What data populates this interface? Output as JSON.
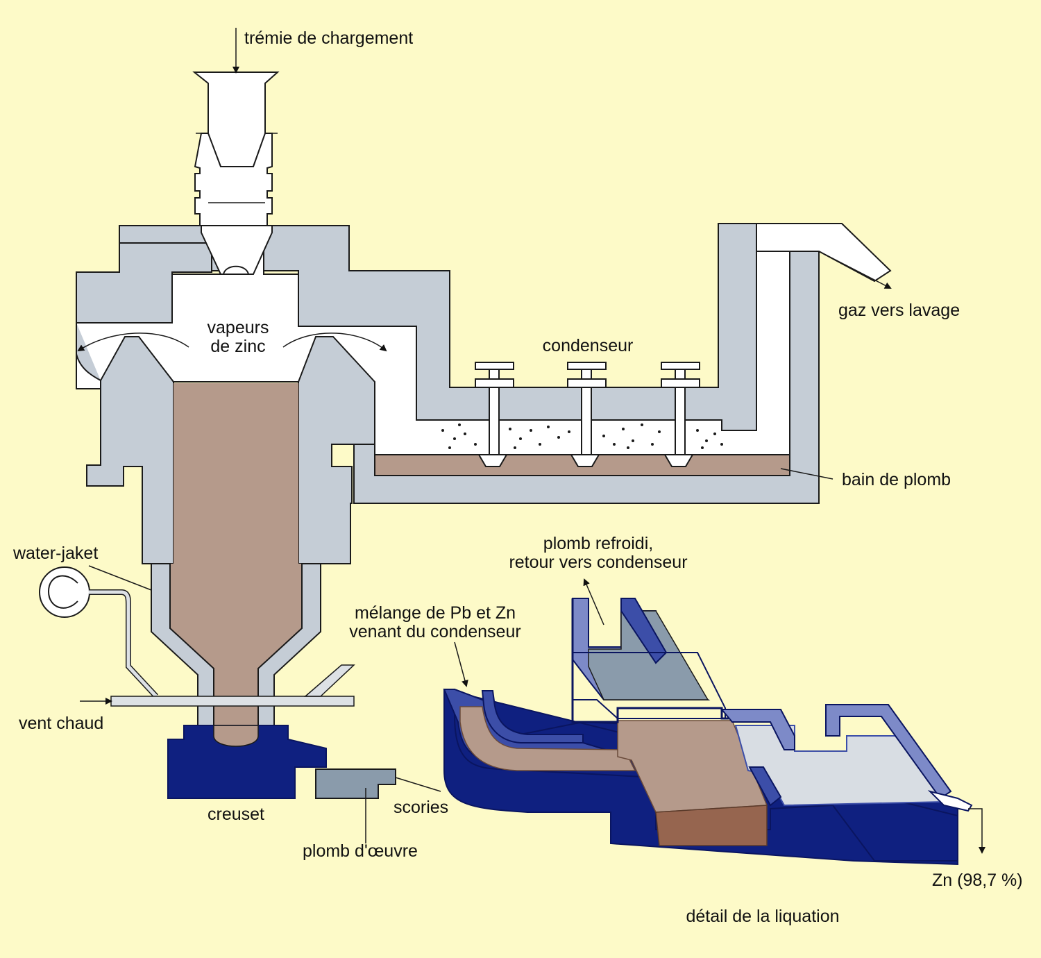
{
  "labels": {
    "tremie": "trémie de chargement",
    "vapeurs_l1": "vapeurs",
    "vapeurs_l2": "de zinc",
    "condenseur": "condenseur",
    "gaz": "gaz vers lavage",
    "bain": "bain de plomb",
    "water": "water-jaket",
    "vent": "vent chaud",
    "creuset": "creuset",
    "scories": "scories",
    "plomb_oeuvre": "plomb d'œuvre",
    "plomb_refroidi_l1": "plomb refroidi,",
    "plomb_refroidi_l2": "retour vers condenseur",
    "melange_l1": "mélange de Pb et Zn",
    "melange_l2": "venant du condenseur",
    "zn": "Zn (98,7 %)",
    "detail": "détail de la liquation"
  },
  "colors": {
    "background": "#fdfac8",
    "refractory": "#c5cdd6",
    "charge": "#b59a8b",
    "dark_brown": "#96654f",
    "navy": "#0f2080",
    "mid_blue": "#3c4ea8",
    "light_blue": "#7d8ac8",
    "zinc_bath": "#d8dde3",
    "grey_blue": "#8a9bab"
  }
}
